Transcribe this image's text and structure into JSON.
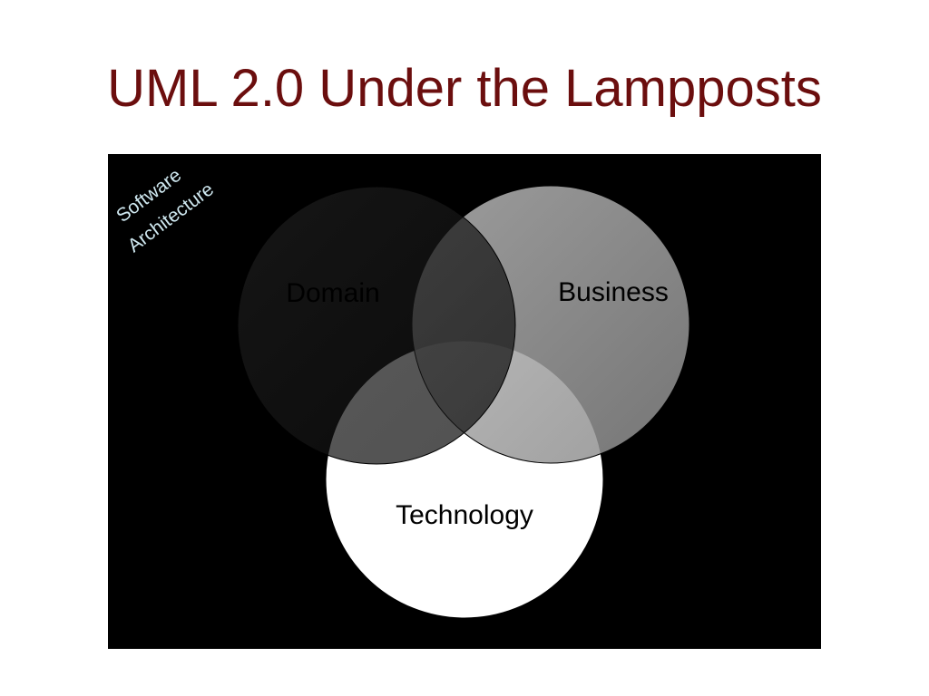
{
  "slide": {
    "title": "UML 2.0 Under the Lampposts"
  },
  "diagram": {
    "type": "venn",
    "corner_label_lines": [
      "Software",
      "Architecture"
    ],
    "sets": [
      {
        "name": "Domain",
        "fill": "#141414",
        "label_color": "#000000"
      },
      {
        "name": "Business",
        "fill": "#b4b4b4",
        "label_color": "#000000"
      },
      {
        "name": "Technology",
        "fill": "#ffffff",
        "label_color": "#000000"
      }
    ],
    "colors": {
      "title": "#6b0e0e",
      "panel_background": "#000000",
      "corner_label": "#cfe8f0"
    }
  }
}
